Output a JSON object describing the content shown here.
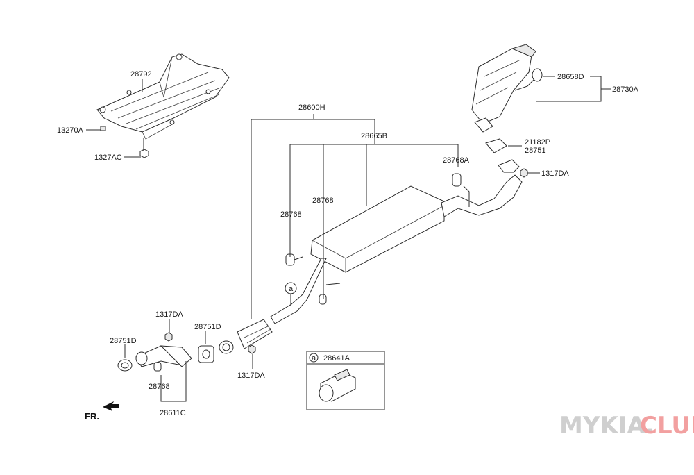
{
  "labels": {
    "p28792": "28792",
    "p13270A": "13270A",
    "p1327AC": "1327AC",
    "p28600H": "28600H",
    "p28665B": "28665B",
    "p28768A": "28768A",
    "p28768_left": "28768",
    "p28768_mid": "28768",
    "p28658D": "28658D",
    "p28730A": "28730A",
    "p21182P": "21182P",
    "p28751": "28751",
    "p1317DA_right": "1317DA",
    "p1317DA_top": "1317DA",
    "p28751D_left": "28751D",
    "p28751D_right": "28751D",
    "p28768_bottom": "28768",
    "p28611C": "28611C",
    "p1317DA_bottom": "1317DA",
    "p28641A": "28641A",
    "callout_a": "a",
    "callout_a_box": "a"
  },
  "direction_marker": "FR.",
  "watermark": {
    "main": "MYKIA.",
    "accent": "CLUB"
  }
}
